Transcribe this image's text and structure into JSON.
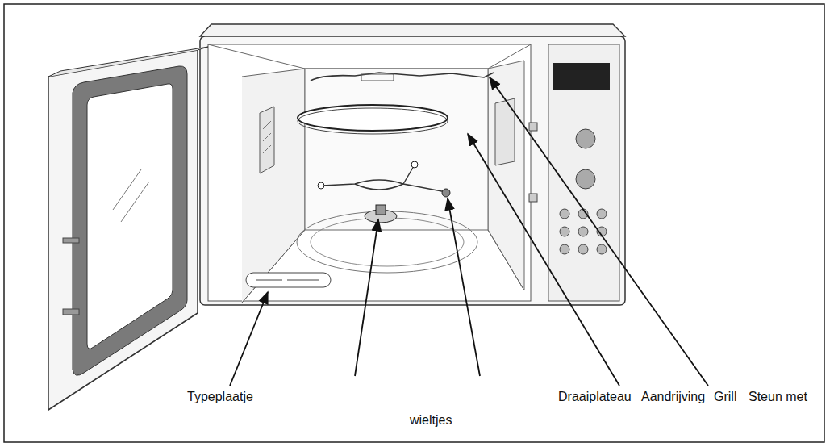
{
  "diagram": {
    "labels": [
      "Typeplaatje",
      "Draaiplateau",
      "Aandrijving",
      "Grill",
      "Steun met",
      "wieltjes"
    ]
  }
}
